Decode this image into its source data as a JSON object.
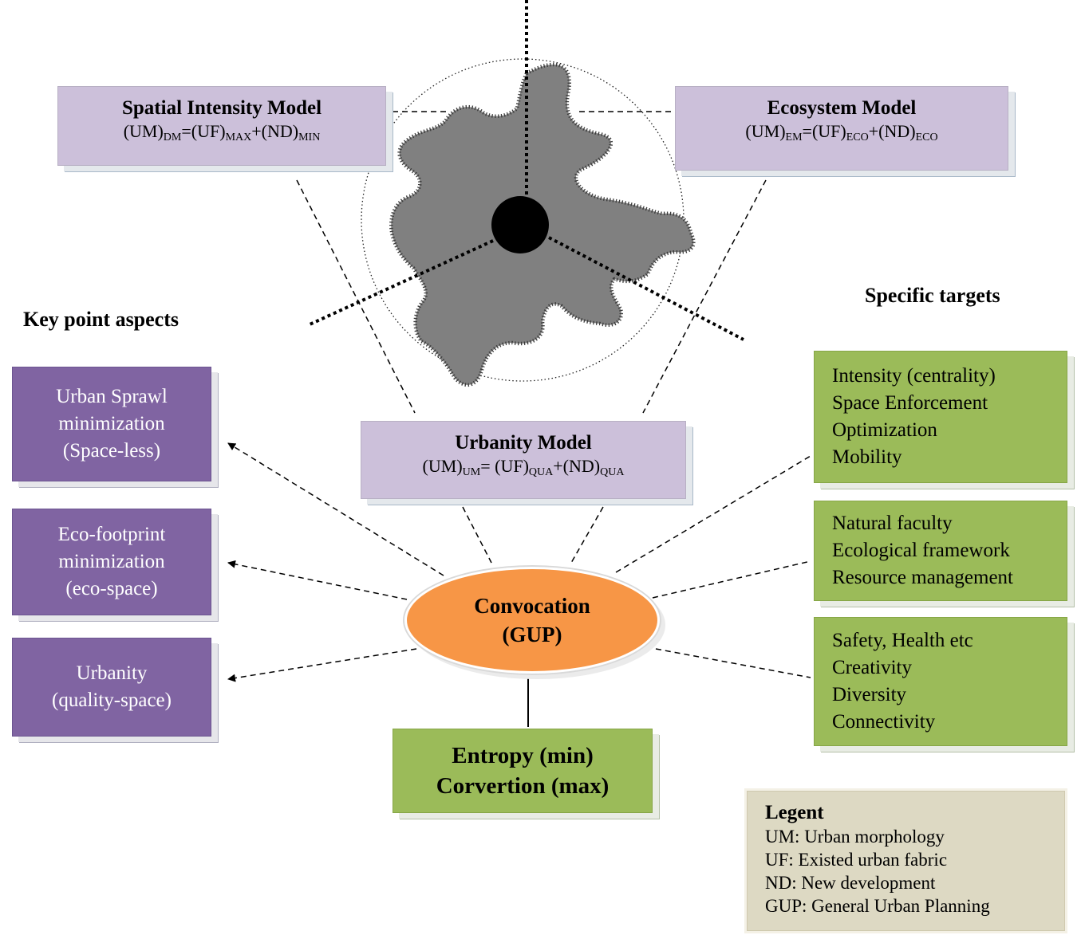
{
  "headings": {
    "key_points": "Key point aspects",
    "specific_targets": "Specific targets"
  },
  "models": {
    "spatial": {
      "title": "Spatial Intensity Model",
      "sub1": "DM",
      "sub2": "MAX",
      "sub3": "MIN"
    },
    "ecosystem": {
      "title": "Ecosystem Model",
      "sub1": "EM",
      "sub2": "ECO",
      "sub3": "ECO"
    },
    "urbanity": {
      "title": "Urbanity Model",
      "sub1": "UM",
      "sub2": "QUA",
      "sub3": "QUA"
    },
    "formula_parts": {
      "um": "(UM)",
      "eq": "=",
      "eq_spaced": "= ",
      "uf": "(UF)",
      "plus_nd": "+(ND)"
    }
  },
  "key_points": [
    [
      "Urban Sprawl",
      "minimization",
      "(Space-less)"
    ],
    [
      "Eco-footprint",
      "minimization",
      "(eco-space)"
    ],
    [
      "Urbanity",
      "(quality-space)"
    ]
  ],
  "targets": [
    [
      "Intensity (centrality)",
      "Space Enforcement",
      "Optimization",
      "Mobility"
    ],
    [
      "Natural faculty",
      "Ecological framework",
      "Resource management"
    ],
    [
      "Safety, Health etc",
      "Creativity",
      "Diversity",
      "Connectivity"
    ]
  ],
  "convocation": {
    "line1": "Convocation",
    "line2": "(GUP)"
  },
  "entropy": {
    "line1": "Entropy (min)",
    "line2": "Corvertion (max)"
  },
  "legend": {
    "title": "Legent",
    "items": [
      "UM: Urban morphology",
      "UF: Existed urban fabric",
      "ND: New development",
      "GUP: General Urban Planning"
    ]
  },
  "colors": {
    "model_box": "#ccc0da",
    "aspect_box": "#8064a2",
    "target_box": "#9bbb59",
    "convocation": "#f79646",
    "legend_box": "#ddd9c3",
    "city_shape": "#808080"
  }
}
